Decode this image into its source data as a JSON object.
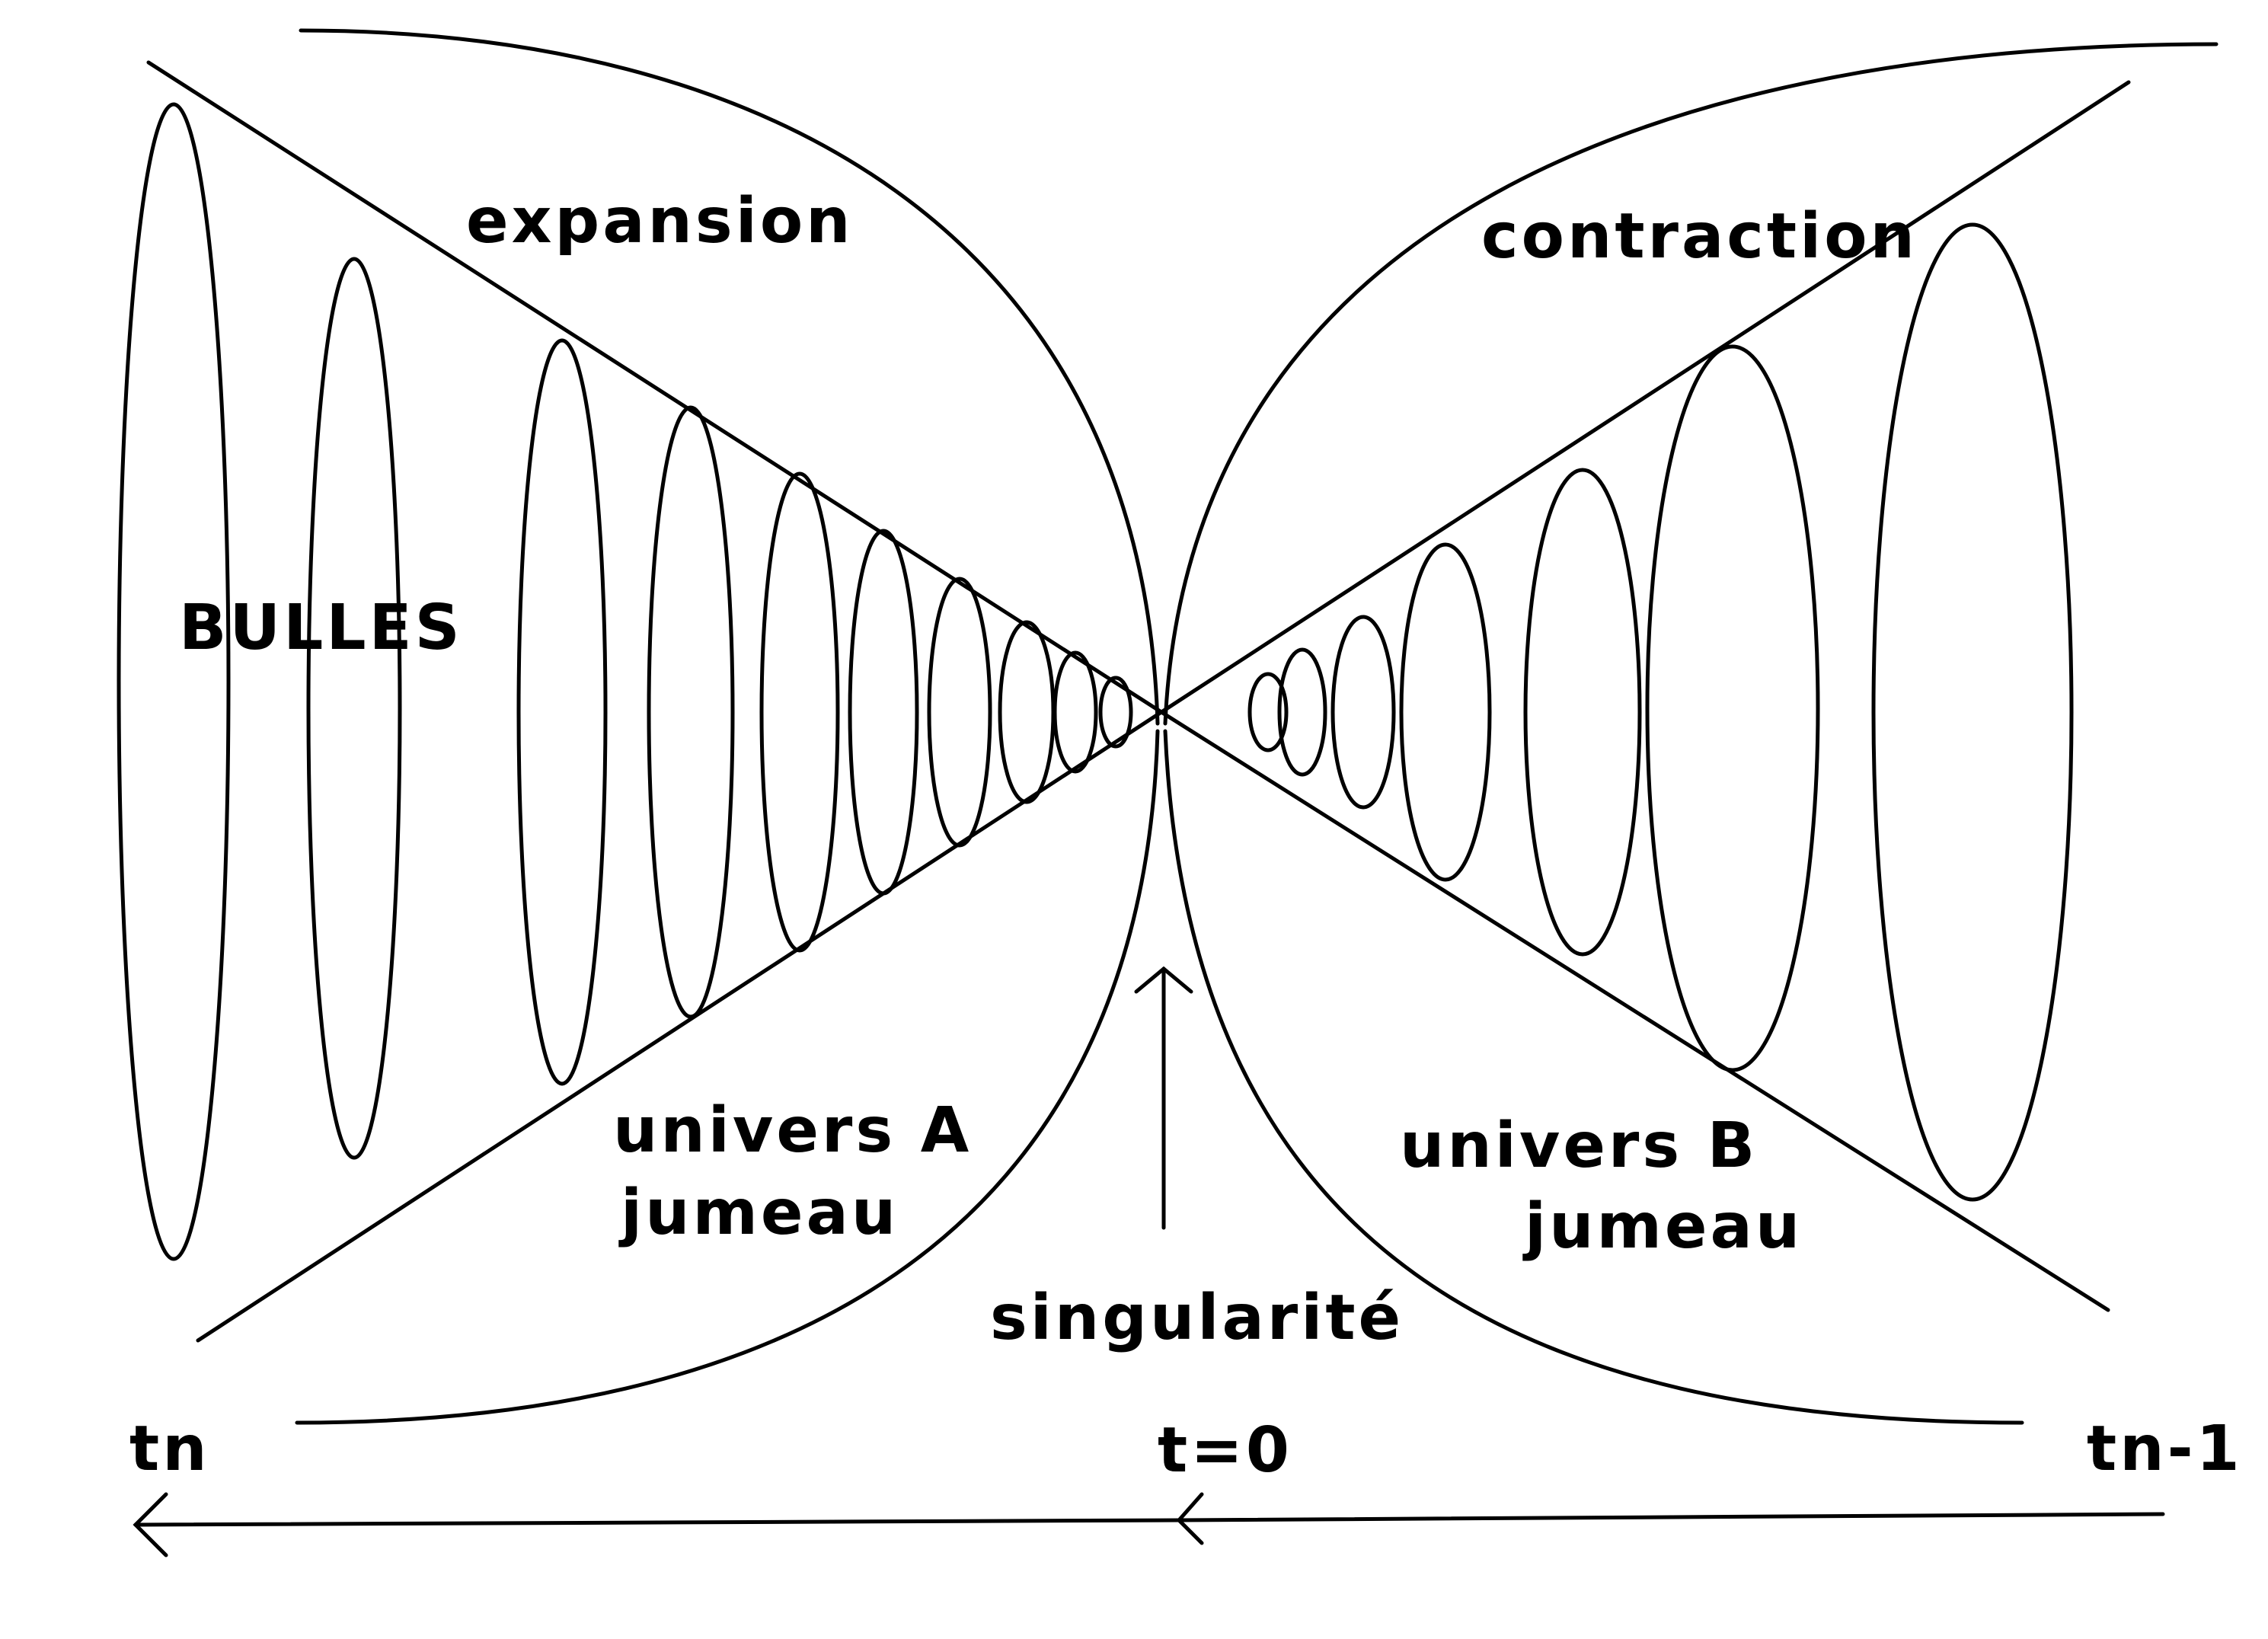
{
  "labels": {
    "expansion": "expansion",
    "contraction": "contraction",
    "bulles": "BULLES",
    "univers_a_line1": "univers A",
    "univers_a_line2": "jumeau",
    "univers_b_line1": "univers B",
    "univers_b_line2": "jumeau",
    "singularite": "singularité",
    "tn": "tn",
    "t0": "t=0",
    "tn_minus_1": "tn-1"
  },
  "colors": {
    "ink": "#000000",
    "paper": "#ffffff"
  }
}
